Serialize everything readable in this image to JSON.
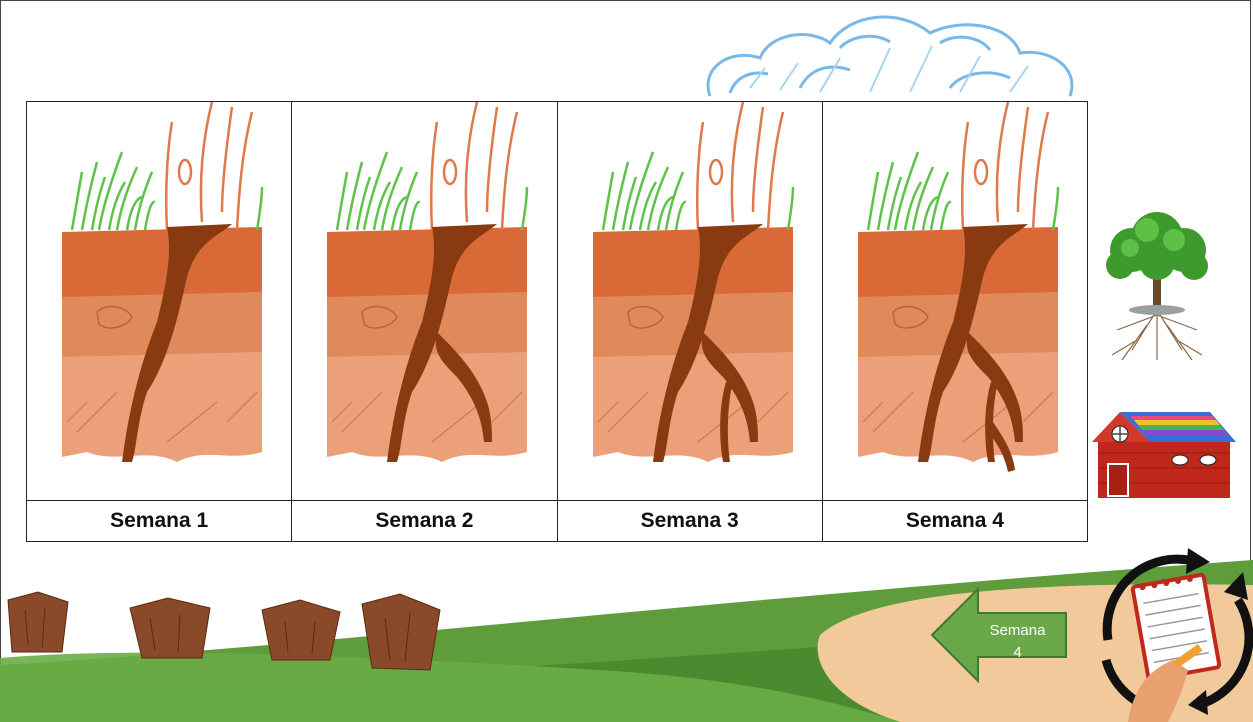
{
  "panels": [
    {
      "label": "Semana 1",
      "week": 1
    },
    {
      "label": "Semana 2",
      "week": 2
    },
    {
      "label": "Semana 3",
      "week": 3
    },
    {
      "label": "Semana 4",
      "week": 4
    }
  ],
  "nav": {
    "line1": "Semana",
    "line2": "4"
  },
  "icons": [
    "cloud-icon",
    "tree-roots-icon",
    "barn-icon",
    "fence-icon",
    "notepad-cycle-icon",
    "left-arrow-icon"
  ],
  "colors": {
    "soil_top": "#d96a38",
    "soil_mid": "#e08a5c",
    "soil_low": "#eca07a",
    "root": "#8a3a10",
    "grass": "#5fc24a",
    "hill": "#5e9c3c",
    "path": "#f2c99a",
    "arrow": "#6aa84a"
  }
}
